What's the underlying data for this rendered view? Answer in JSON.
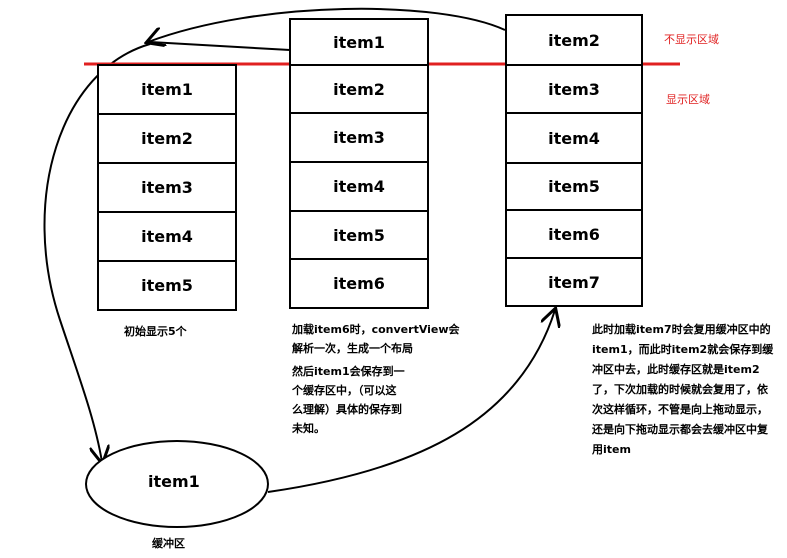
{
  "legend": {
    "hidden_area": "不显示区域",
    "visible_area": "显示区域",
    "line_color": "#e02020"
  },
  "columns": [
    {
      "items": [
        "item1",
        "item2",
        "item3",
        "item4",
        "item5"
      ],
      "caption": [
        "初始显示5个"
      ]
    },
    {
      "items": [
        "item1",
        "item2",
        "item3",
        "item4",
        "item5",
        "item6"
      ],
      "caption": [
        "加载item6时，convertView会",
        "解析一次，生成一个布局",
        "然后item1会保存到一",
        "个缓存区中，（可以这",
        "么理解）具体的保存到",
        "未知。"
      ]
    },
    {
      "items": [
        "item2",
        "item3",
        "item4",
        "item5",
        "item6",
        "item7"
      ],
      "caption": [
        "此时加载item7时会复用缓冲区中的",
        "item1，而此时item2就会保存到缓",
        "冲区中去，此时缓存区就是item2",
        "了，下次加载的时候就会复用了，依",
        "次这样循环，不管是向上拖动显示，",
        "还是向下拖动显示都会去缓冲区中复",
        "用item"
      ]
    }
  ],
  "buffer": {
    "item": "item1",
    "label": "缓冲区"
  }
}
